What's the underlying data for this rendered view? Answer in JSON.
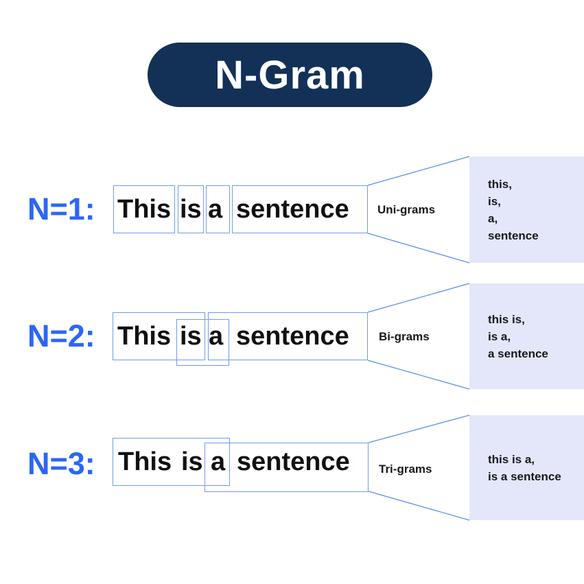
{
  "title": {
    "label": "N-Gram"
  },
  "colors": {
    "title_pill_bg": "#133157",
    "title_text": "#ffffff",
    "row_label_blue": "#2B66F6",
    "box_border_blue": "#6F9AF2",
    "funnel_line_blue": "#5A8CF0",
    "panel_bg_lavender": "#E3E7F9",
    "text_dark": "#101114",
    "background": "#ffffff"
  },
  "rows": [
    {
      "label": "N=1:",
      "words": [
        "This",
        "is",
        "a",
        "sentence"
      ],
      "gram_label": "Uni-grams",
      "outputs": [
        "this,",
        "is,",
        "a,",
        "sentence"
      ]
    },
    {
      "label": "N=2:",
      "words": [
        "This",
        "is",
        "a",
        "sentence"
      ],
      "gram_label": "Bi-grams",
      "outputs": [
        "this is,",
        "is a,",
        "a sentence"
      ]
    },
    {
      "label": "N=3:",
      "words": [
        "This",
        "is",
        "a",
        "sentence"
      ],
      "gram_label": "Tri-grams",
      "outputs": [
        "this is a,",
        "is a sentence"
      ]
    }
  ]
}
